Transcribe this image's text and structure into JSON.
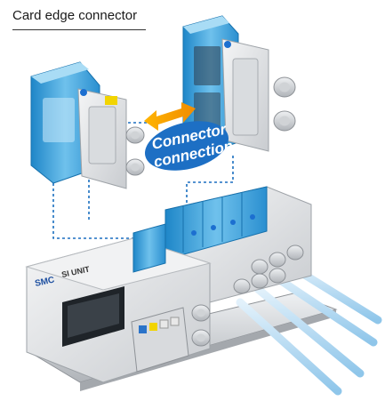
{
  "callout": {
    "label": "Card edge connector"
  },
  "badge": {
    "line1": "Connector",
    "line2": "connection"
  },
  "unit_panel": {
    "brand": "SMC",
    "title": "SI UNIT"
  },
  "colors": {
    "valve_blue": "#2e9bd6",
    "valve_blue_light": "#9fd6f2",
    "housing_grey": "#e4e6e8",
    "arrow_orange": "#f5a300",
    "badge_blue": "#1d6fc4",
    "tube_blue": "#b9dcf2",
    "dotted_line": "#1b6fc0"
  },
  "icons": [
    "double-arrow-icon"
  ]
}
